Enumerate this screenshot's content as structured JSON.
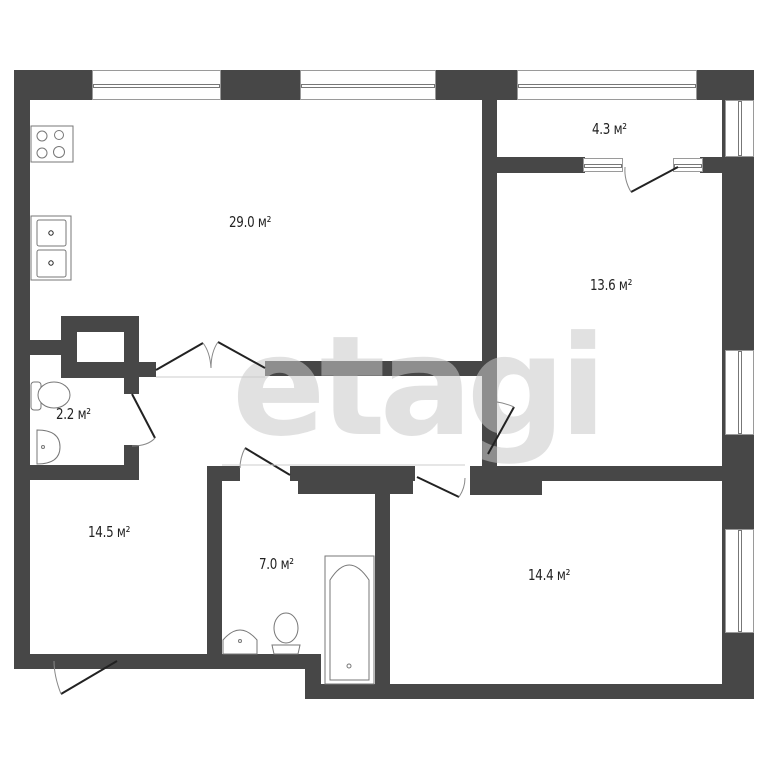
{
  "floorplan": {
    "watermark": "etagi",
    "wall_color": "#474747",
    "rooms": [
      {
        "id": "kitchen-living",
        "area": "29.0 м²"
      },
      {
        "id": "balcony",
        "area": "4.3 м²"
      },
      {
        "id": "bedroom-1",
        "area": "13.6 м²"
      },
      {
        "id": "wc",
        "area": "2.2 м²"
      },
      {
        "id": "bedroom-2",
        "area": "14.5 м²"
      },
      {
        "id": "bathroom",
        "area": "7.0 м²"
      },
      {
        "id": "bedroom-3",
        "area": "14.4 м²"
      }
    ],
    "fixtures": [
      "stove",
      "double-sink",
      "toilet",
      "washbasin",
      "bathtub"
    ]
  }
}
